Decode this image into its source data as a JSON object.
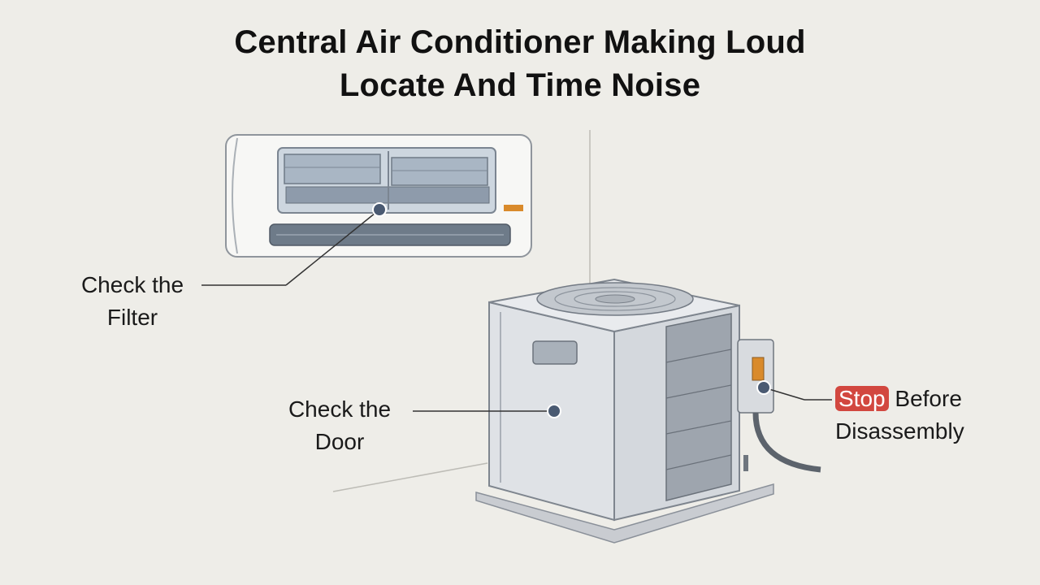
{
  "title": {
    "line1": "Central Air Conditioner Making Loud",
    "line2": "Locate And Time Noise"
  },
  "callouts": {
    "filter": {
      "line1": "Check the",
      "line2": "Filter"
    },
    "door": {
      "line1": "Check the",
      "line2": "Door"
    },
    "disconnect": {
      "highlight": "Stop",
      "line1_rest": "Before",
      "line2": "Disassembly"
    }
  },
  "colors": {
    "background": "#eeede8",
    "marker": "#4a5a72",
    "stop_highlight": "#d2473f",
    "indicator": "#d98a2b"
  }
}
